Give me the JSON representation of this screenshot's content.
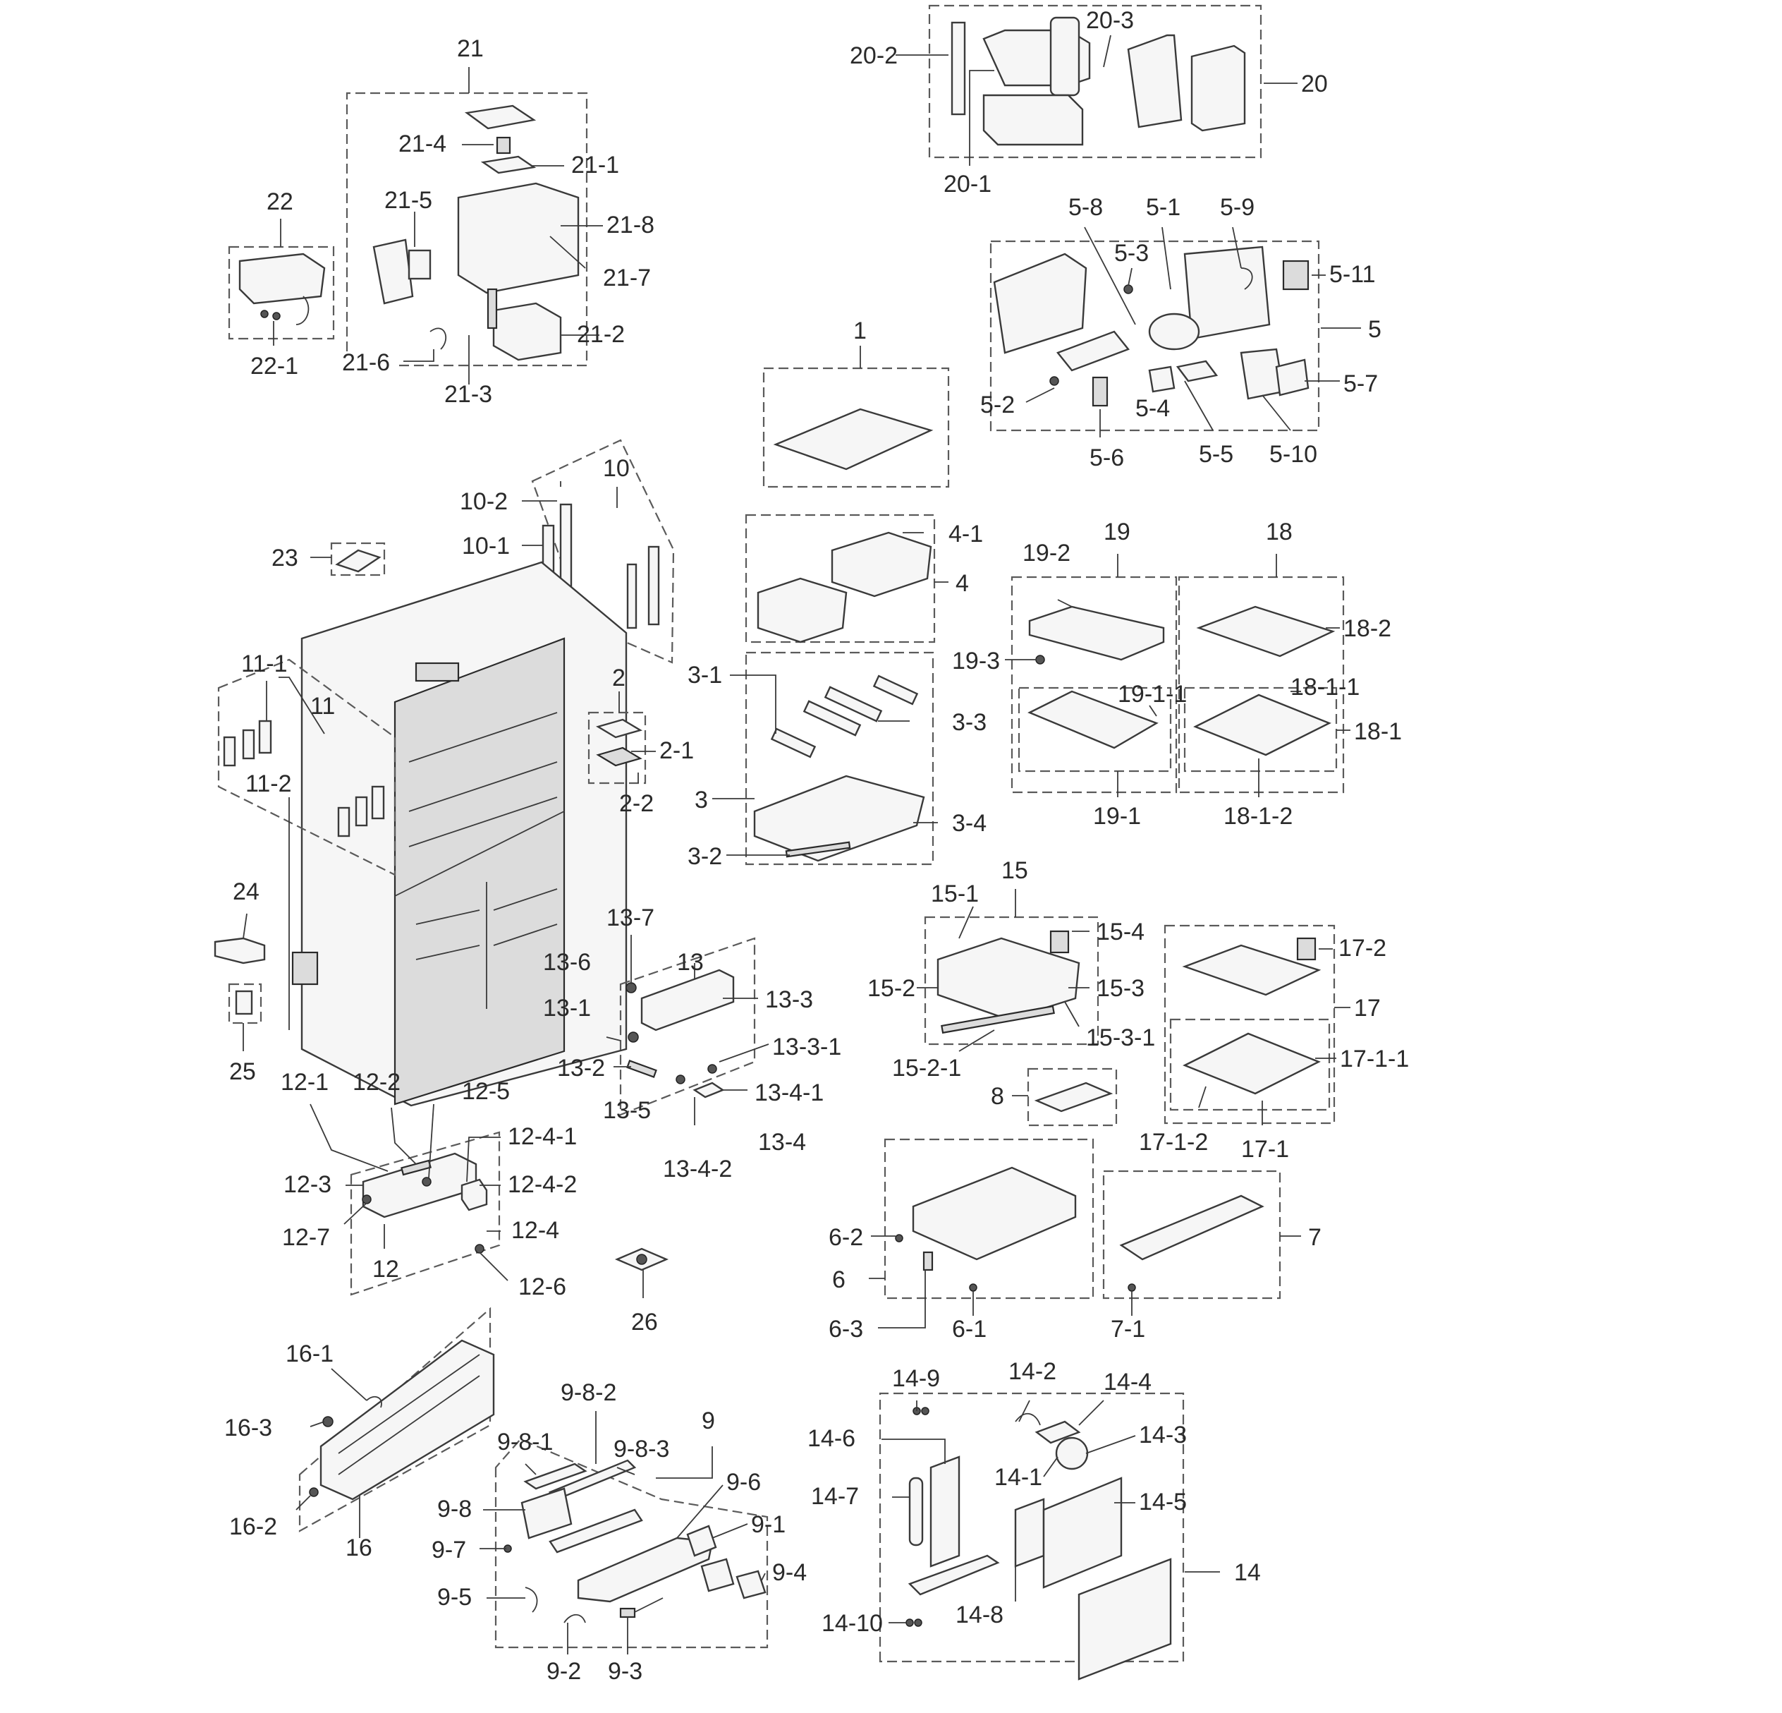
{
  "labels": {
    "l1": "1",
    "l2": "2",
    "l2_1": "2-1",
    "l2_2": "2-2",
    "l3": "3",
    "l3_1": "3-1",
    "l3_2": "3-2",
    "l3_3": "3-3",
    "l3_4": "3-4",
    "l4": "4",
    "l4_1": "4-1",
    "l5": "5",
    "l5_1": "5-1",
    "l5_2": "5-2",
    "l5_3": "5-3",
    "l5_4": "5-4",
    "l5_5": "5-5",
    "l5_6": "5-6",
    "l5_7": "5-7",
    "l5_8": "5-8",
    "l5_9": "5-9",
    "l5_10": "5-10",
    "l5_11": "5-11",
    "l6": "6",
    "l6_1": "6-1",
    "l6_2": "6-2",
    "l6_3": "6-3",
    "l7": "7",
    "l7_1": "7-1",
    "l8": "8",
    "l9": "9",
    "l9_1": "9-1",
    "l9_2": "9-2",
    "l9_3": "9-3",
    "l9_4": "9-4",
    "l9_5": "9-5",
    "l9_6": "9-6",
    "l9_7": "9-7",
    "l9_8": "9-8",
    "l9_8_1": "9-8-1",
    "l9_8_2": "9-8-2",
    "l9_8_3": "9-8-3",
    "l10": "10",
    "l10_1": "10-1",
    "l10_2": "10-2",
    "l11": "11",
    "l11_1": "11-1",
    "l11_2": "11-2",
    "l12": "12",
    "l12_1": "12-1",
    "l12_2": "12-2",
    "l12_3": "12-3",
    "l12_4": "12-4",
    "l12_4_1": "12-4-1",
    "l12_4_2": "12-4-2",
    "l12_5": "12-5",
    "l12_6": "12-6",
    "l12_7": "12-7",
    "l13": "13",
    "l13_1": "13-1",
    "l13_2": "13-2",
    "l13_3": "13-3",
    "l13_3_1": "13-3-1",
    "l13_4": "13-4",
    "l13_4_1": "13-4-1",
    "l13_4_2": "13-4-2",
    "l13_5": "13-5",
    "l13_6": "13-6",
    "l13_7": "13-7",
    "l14": "14",
    "l14_1": "14-1",
    "l14_2": "14-2",
    "l14_3": "14-3",
    "l14_4": "14-4",
    "l14_5": "14-5",
    "l14_6": "14-6",
    "l14_7": "14-7",
    "l14_8": "14-8",
    "l14_9": "14-9",
    "l14_10": "14-10",
    "l15": "15",
    "l15_1": "15-1",
    "l15_2": "15-2",
    "l15_2_1": "15-2-1",
    "l15_3": "15-3",
    "l15_3_1": "15-3-1",
    "l15_4": "15-4",
    "l16": "16",
    "l16_1": "16-1",
    "l16_2": "16-2",
    "l16_3": "16-3",
    "l17": "17",
    "l17_1": "17-1",
    "l17_1_1": "17-1-1",
    "l17_1_2": "17-1-2",
    "l17_2": "17-2",
    "l18": "18",
    "l18_1": "18-1",
    "l18_1_1": "18-1-1",
    "l18_1_2": "18-1-2",
    "l18_2": "18-2",
    "l19": "19",
    "l19_1": "19-1",
    "l19_1_1": "19-1-1",
    "l19_2": "19-2",
    "l19_3": "19-3",
    "l20": "20",
    "l20_1": "20-1",
    "l20_2": "20-2",
    "l20_3": "20-3",
    "l21": "21",
    "l21_1": "21-1",
    "l21_2": "21-2",
    "l21_3": "21-3",
    "l21_4": "21-4",
    "l21_5": "21-5",
    "l21_6": "21-6",
    "l21_7": "21-7",
    "l21_8": "21-8",
    "l22": "22",
    "l22_1": "22-1",
    "l23": "23",
    "l24": "24",
    "l25": "25",
    "l26": "26"
  }
}
